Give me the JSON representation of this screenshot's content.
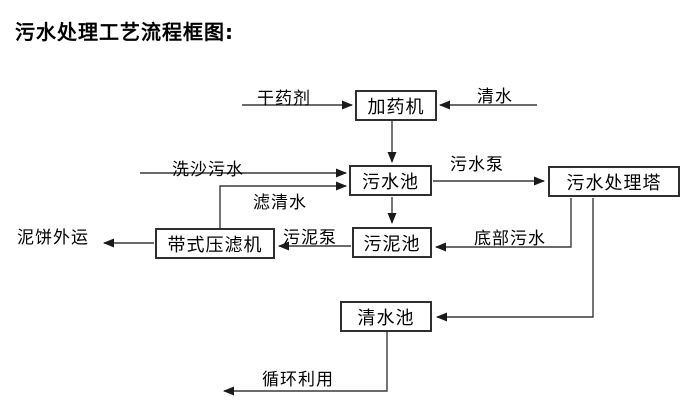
{
  "title": "污水处理工艺流程框图:",
  "colors": {
    "background": "#ffffff",
    "box_border": "#2f2f2f",
    "line": "#3a3a3a",
    "text": "#000000"
  },
  "diagram": {
    "nodes": [
      {
        "id": "dosing-machine",
        "label": "加药机"
      },
      {
        "id": "sewage-pool",
        "label": "污水池"
      },
      {
        "id": "treatment-tower",
        "label": "污水处理塔"
      },
      {
        "id": "sludge-pool",
        "label": "污泥池"
      },
      {
        "id": "belt-filter-press",
        "label": "带式压滤机"
      },
      {
        "id": "clean-water-pool",
        "label": "清水池"
      }
    ],
    "edge_labels": [
      {
        "id": "dry-agent",
        "label": "干药剂"
      },
      {
        "id": "clean-water-in",
        "label": "清水"
      },
      {
        "id": "sand-washing-sewage",
        "label": "洗沙污水"
      },
      {
        "id": "filtered-water",
        "label": "滤清水"
      },
      {
        "id": "sewage-pump",
        "label": "污水泵"
      },
      {
        "id": "bottom-sewage",
        "label": "底部污水"
      },
      {
        "id": "sludge-pump",
        "label": "污泥泵"
      },
      {
        "id": "mud-cake-out",
        "label": "泥饼外运"
      },
      {
        "id": "recycling",
        "label": "循环利用"
      }
    ]
  }
}
